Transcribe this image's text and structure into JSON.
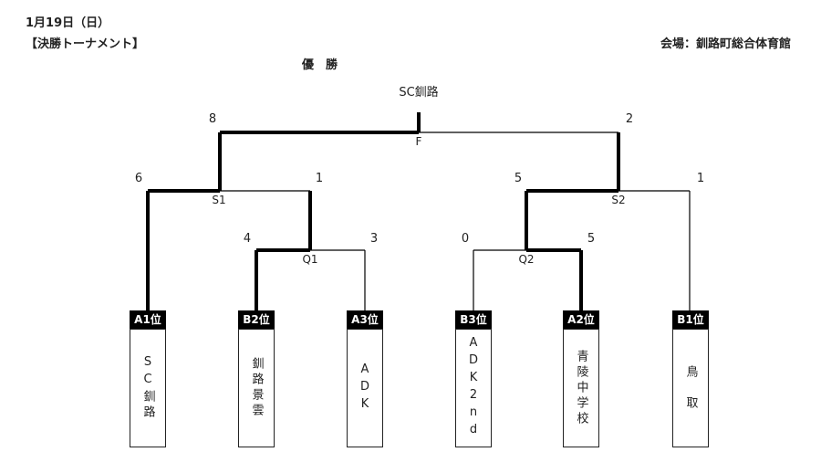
{
  "header": {
    "date": "1月19日（日）",
    "section": "【決勝トーナメント】",
    "venue": "会場：釧路町総合体育館"
  },
  "champion": {
    "label": "優　勝",
    "team": "SC釧路"
  },
  "matches": {
    "final": {
      "label": "F",
      "left_score": "8",
      "right_score": "2"
    },
    "semi1": {
      "label": "S1",
      "left_score": "6",
      "right_score": "1"
    },
    "semi2": {
      "label": "S2",
      "left_score": "5",
      "right_score": "1"
    },
    "quarter1": {
      "label": "Q1",
      "left_score": "4",
      "right_score": "3"
    },
    "quarter2": {
      "label": "Q2",
      "left_score": "0",
      "right_score": "5"
    }
  },
  "teams": [
    {
      "seed": "A1位",
      "name": "SC釧路"
    },
    {
      "seed": "B2位",
      "name": "釧路景雲"
    },
    {
      "seed": "A3位",
      "name": "ADK"
    },
    {
      "seed": "B3位",
      "name": "ADK2nd"
    },
    {
      "seed": "A2位",
      "name": "青陵中学校"
    },
    {
      "seed": "B1位",
      "name": "鳥　取"
    }
  ],
  "colors": {
    "line": "#000000",
    "seed_bg": "#000000",
    "seed_text": "#ffffff"
  }
}
